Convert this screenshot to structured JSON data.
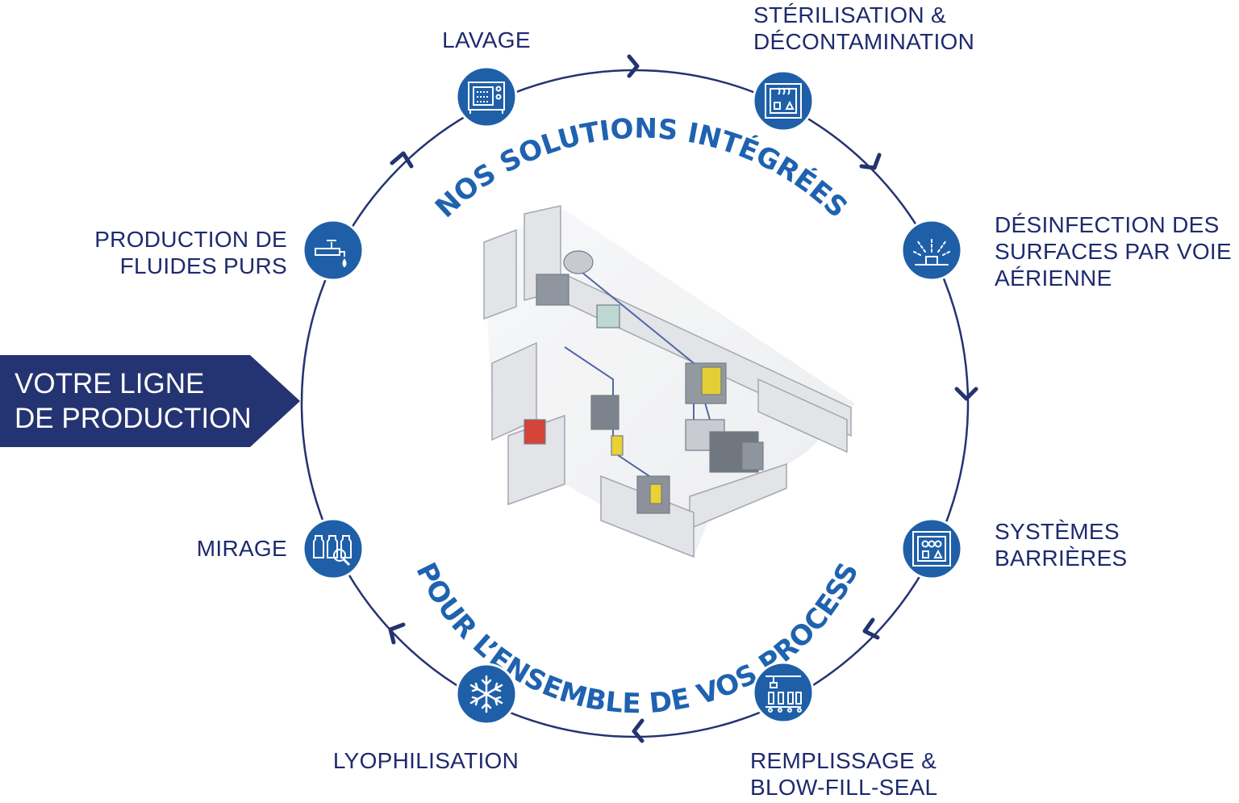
{
  "banner": {
    "line1": "VOTRE LIGNE",
    "line2": "DE PRODUCTION"
  },
  "arc_top": "NOS SOLUTIONS INTÉGRÉES",
  "arc_bottom": "POUR L’ENSEMBLE DE VOS PROCESS",
  "colors": {
    "ring": "#243371",
    "node": "#1f5fa8",
    "arc_text": "#1f62b0",
    "label": "#1e2a6e"
  },
  "steps": [
    {
      "lines": [
        "LAVAGE"
      ],
      "icon": "washer-icon"
    },
    {
      "lines": [
        "STÉRILISATION &",
        "DÉCONTAMINATION"
      ],
      "icon": "autoclave-icon"
    },
    {
      "lines": [
        "DÉSINFECTION DES",
        "SURFACES PAR VOIE",
        "AÉRIENNE"
      ],
      "icon": "fogger-icon"
    },
    {
      "lines": [
        "SYSTÈMES",
        "BARRIÈRES"
      ],
      "icon": "isolator-icon"
    },
    {
      "lines": [
        "REMPLISSAGE &",
        "BLOW-FILL-SEAL"
      ],
      "icon": "filling-line-icon"
    },
    {
      "lines": [
        "LYOPHILISATION"
      ],
      "icon": "snowflake-icon"
    },
    {
      "lines": [
        "MIRAGE"
      ],
      "icon": "vial-inspection-icon"
    },
    {
      "lines": [
        "PRODUCTION DE",
        "FLUIDES PURS"
      ],
      "icon": "water-tap-icon"
    }
  ]
}
